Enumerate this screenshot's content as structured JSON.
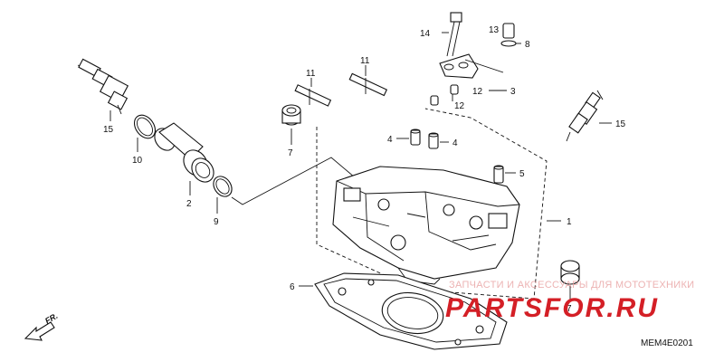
{
  "diagram_code": "MEM4E0201",
  "direction_label": "FR.",
  "watermark": {
    "tagline": "ЗАПЧАСТИ И АКСЕССУАРЫ ДЛЯ МОТОТЕХНИКИ",
    "logo": "PARTSFOR.RU"
  },
  "callouts": [
    {
      "id": "c1",
      "text": "1"
    },
    {
      "id": "c2",
      "text": "2"
    },
    {
      "id": "c3",
      "text": "3"
    },
    {
      "id": "c4a",
      "text": "4"
    },
    {
      "id": "c4b",
      "text": "4"
    },
    {
      "id": "c5",
      "text": "5"
    },
    {
      "id": "c6",
      "text": "6"
    },
    {
      "id": "c7a",
      "text": "7"
    },
    {
      "id": "c7b",
      "text": "7"
    },
    {
      "id": "c8",
      "text": "8"
    },
    {
      "id": "c9",
      "text": "9"
    },
    {
      "id": "c10",
      "text": "10"
    },
    {
      "id": "c11a",
      "text": "11"
    },
    {
      "id": "c11b",
      "text": "11"
    },
    {
      "id": "c12a",
      "text": "12"
    },
    {
      "id": "c12b",
      "text": "12"
    },
    {
      "id": "c13",
      "text": "13"
    },
    {
      "id": "c14",
      "text": "14"
    },
    {
      "id": "c15a",
      "text": "15"
    },
    {
      "id": "c15b",
      "text": "15"
    }
  ]
}
